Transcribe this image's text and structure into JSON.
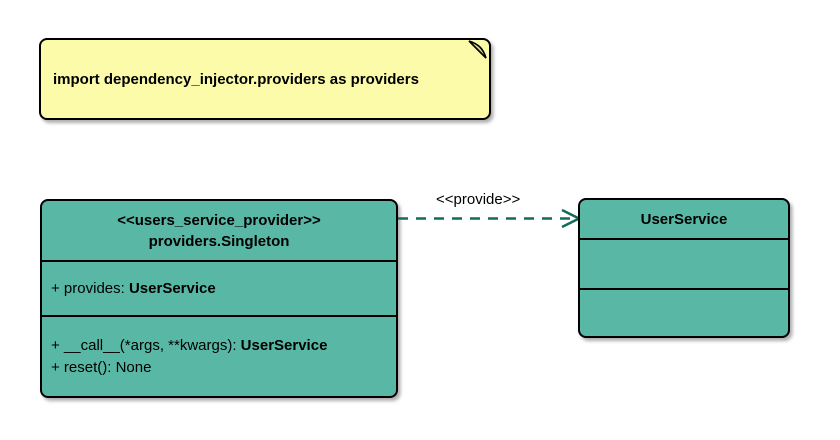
{
  "note": {
    "text": "import dependency_injector.providers as providers"
  },
  "provider_class": {
    "stereotype": "<<users_service_provider>>",
    "name": "providers.Singleton",
    "attributes": [
      {
        "text": "+ provides: ",
        "bold": "UserService"
      }
    ],
    "methods": [
      {
        "text": "+ __call__(*args, **kwargs): ",
        "bold": "UserService"
      },
      {
        "text": "+ reset(): None",
        "bold": ""
      }
    ]
  },
  "service_class": {
    "name": "UserService"
  },
  "edge": {
    "label": "<<provide>>"
  },
  "colors": {
    "class_fill": "#58B8A5",
    "note_fill": "#FBFBA9",
    "note_fold": "#DBDB8D",
    "edge": "#156B5B",
    "border": "#000000",
    "text": "#000000"
  }
}
